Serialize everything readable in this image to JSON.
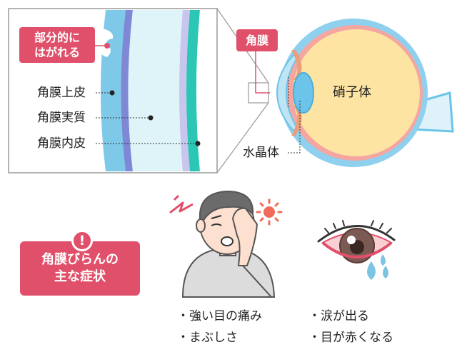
{
  "magnified_box": {
    "peel_tag": [
      "部分的に",
      "はがれる"
    ],
    "layers": [
      {
        "label": "角膜上皮"
      },
      {
        "label": "角膜実質"
      },
      {
        "label": "角膜内皮"
      }
    ]
  },
  "eyeball": {
    "cornea_tag": "角膜",
    "vitreous_label": "硝子体",
    "lens_label": "水晶体"
  },
  "symptoms_tag": [
    "角膜びらんの",
    "主な症状"
  ],
  "warning_glyph": "!",
  "symptoms": [
    [
      "・強い目の痛み",
      "・まぶしさ"
    ],
    [
      "・涙が出る",
      "・目が赤くなる"
    ]
  ],
  "colors": {
    "accent": "#e0506a",
    "epithelium": "#7ec8e8",
    "stroma": "#dff4f8",
    "endothelium": "#2cc6b4",
    "lens": "#6cc4ea",
    "vitreous": "#fde4a3",
    "sclera": "#bfe4f4",
    "skin": "#fde0cf",
    "shirt": "#dcdcdc",
    "tear": "#7cc4e4"
  }
}
